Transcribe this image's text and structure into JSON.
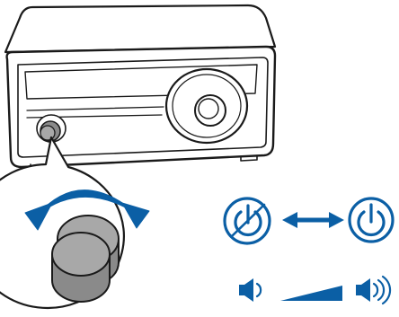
{
  "illustration": {
    "subject": "radio",
    "callout": "volume-power-knob",
    "rotation_arrows": "bidirectional",
    "power_transition": {
      "from_icon": "power-off-icon",
      "to_icon": "power-on-icon",
      "connector": "double-headed-arrow"
    },
    "volume_scale": {
      "min_icon": "speaker-low-icon",
      "max_icon": "speaker-high-icon",
      "indicator": "increasing-ramp"
    }
  },
  "colors": {
    "line": "#1a1a1a",
    "knob_dark": "#8a8a8a",
    "knob_light": "#a8a8a8",
    "accent_blue": "#0b5fa5",
    "background": "#ffffff"
  }
}
